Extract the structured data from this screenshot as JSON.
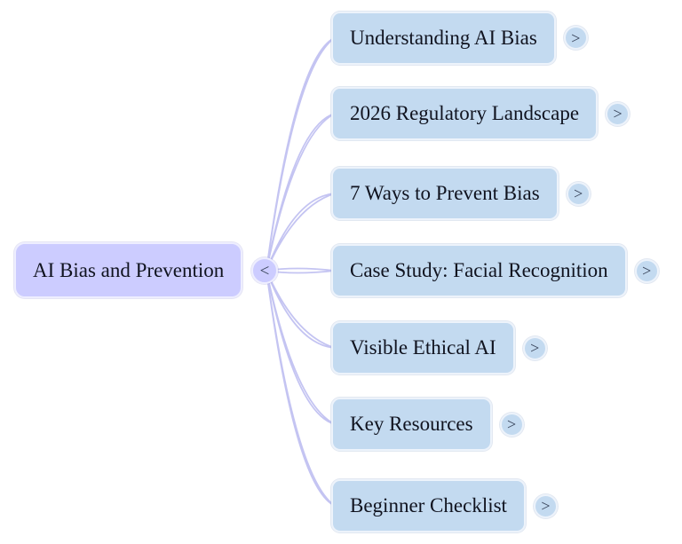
{
  "diagram": {
    "type": "mindmap",
    "root": {
      "label": "AI Bias and Prevention",
      "collapse_glyph": "<"
    },
    "expand_glyph": ">",
    "children": [
      {
        "label": "Understanding AI Bias"
      },
      {
        "label": "2026 Regulatory Landscape"
      },
      {
        "label": "7 Ways to Prevent Bias"
      },
      {
        "label": "Case Study: Facial Recognition"
      },
      {
        "label": "Visible Ethical AI"
      },
      {
        "label": "Key Resources"
      },
      {
        "label": "Beginner Checklist"
      }
    ],
    "colors": {
      "root_fill": "#ccccff",
      "root_border": "#eeeeff",
      "child_fill": "#c3daf0",
      "child_border": "#edf3fb",
      "edge_stroke": "#c4c4f2",
      "text": "#10131f",
      "chevron": "#374258"
    }
  }
}
